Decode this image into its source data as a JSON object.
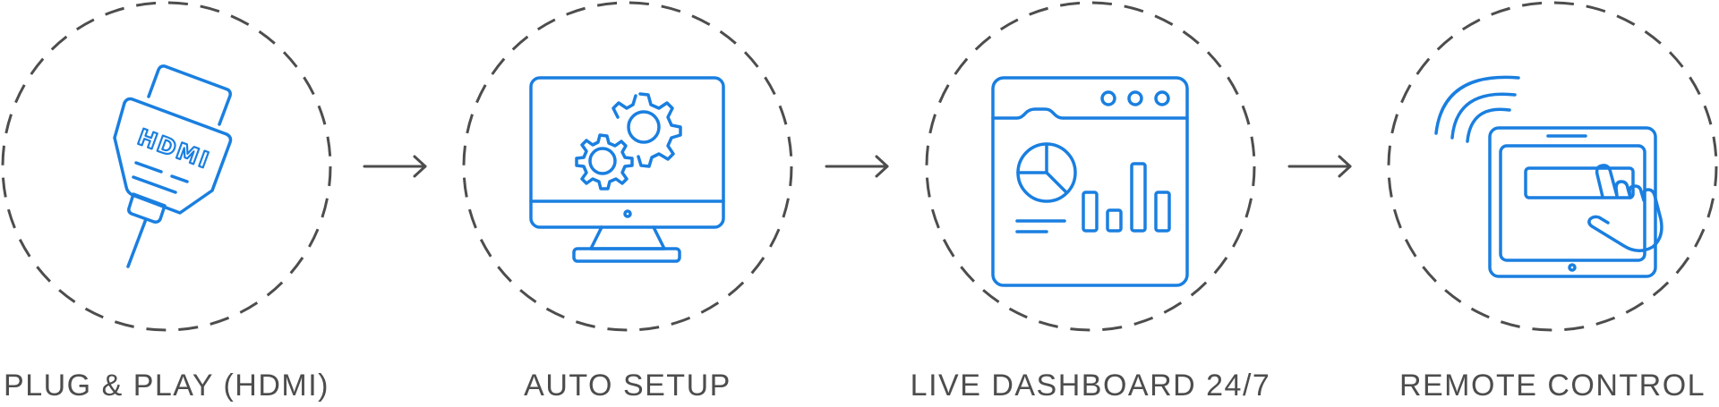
{
  "colors": {
    "icon_stroke": "#1a7fe0",
    "circle_dash": "#4d4d4d",
    "label_text": "#4d4d4d",
    "arrow": "#4d4d4d"
  },
  "steps": [
    {
      "label": "PLUG & PLAY (HDMI)",
      "icon": "hdmi-plug-icon",
      "plug_text": "HDMI"
    },
    {
      "label": "AUTO SETUP",
      "icon": "monitor-gears-icon"
    },
    {
      "label": "LIVE DASHBOARD 24/7",
      "icon": "dashboard-window-icon"
    },
    {
      "label": "REMOTE CONTROL",
      "icon": "remote-touch-tablet-icon"
    }
  ]
}
